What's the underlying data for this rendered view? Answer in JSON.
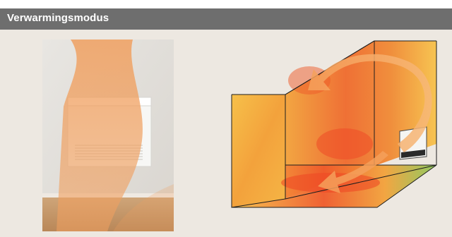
{
  "header": {
    "title": "Verwarmingsmodus",
    "bar_color": "#6e6e6e",
    "title_color": "#ffffff"
  },
  "panel": {
    "background_color": "#ede8e1"
  },
  "photo": {
    "icon": "floor-standing-heat-unit",
    "airflow_color": "#f0a060"
  },
  "diagram": {
    "icon": "room-heat-distribution",
    "airflow_arrow_color": "#f5a05a",
    "heat_colors": [
      "#f7c24a",
      "#f59a3a",
      "#ef5a2a",
      "#8cc85a"
    ]
  }
}
